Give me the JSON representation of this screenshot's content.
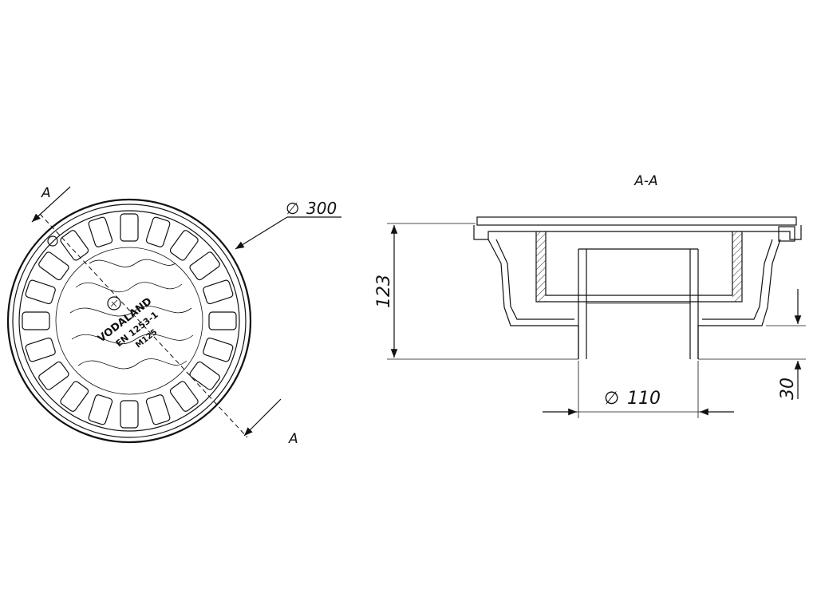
{
  "drawing": {
    "section_title": "A-A",
    "section_mark_top": "A",
    "section_mark_bottom": "A",
    "dim_outer_diameter": "300",
    "dim_height_total": "123",
    "dim_pipe_diameter": "110",
    "dim_pipe_length": "30",
    "diameter_symbol": "∅",
    "cover_brand": "VODALAND",
    "cover_standard": "EN 1253-1",
    "cover_class": "M125"
  }
}
